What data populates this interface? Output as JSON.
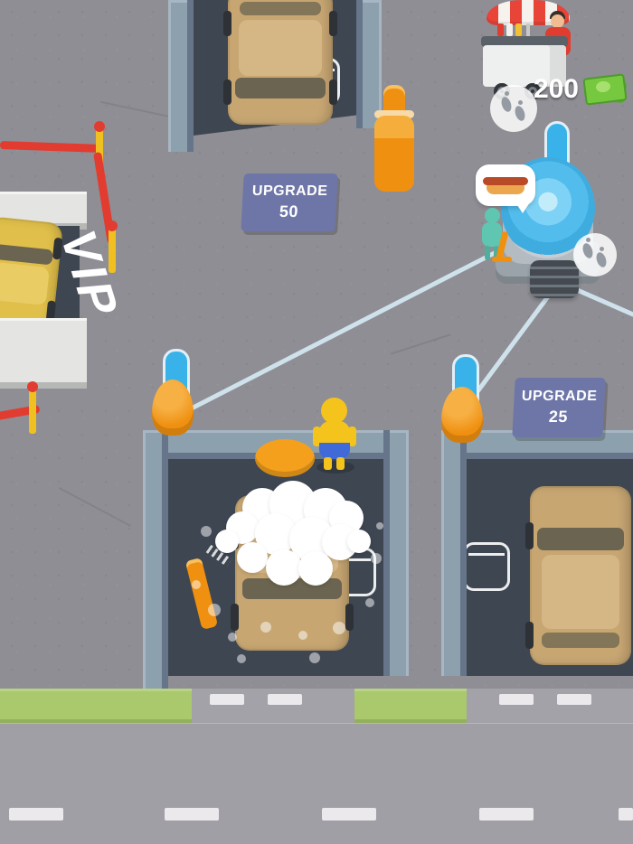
{
  "hud": {
    "money": "200",
    "money_icon": "cash-bill-icon",
    "customer_icon": "footprints-icon"
  },
  "signs": {
    "upgrade50": {
      "line1": "UPGRADE",
      "line2": "50"
    },
    "upgrade25": {
      "line1": "UPGRADE",
      "line2": "25"
    }
  },
  "labels": {
    "vip": "VIP"
  },
  "bubble": {
    "icon": "hotdog-icon"
  },
  "colors": {
    "ground": "#8F8E95",
    "road": "#A09FA6",
    "grass": "#A9C96C",
    "bay_floor": "#3E4652",
    "wall": "#8DA0AE",
    "car_tan": "#C7A672",
    "car_yellow": "#E0BF4A",
    "accent_orange": "#EF9010",
    "water_blue": "#52BCEC",
    "sign_purple": "#6E76A8",
    "money_green": "#76C83E",
    "rope_red": "#E23C30",
    "hose_line_blue": "#D6ECF6"
  }
}
